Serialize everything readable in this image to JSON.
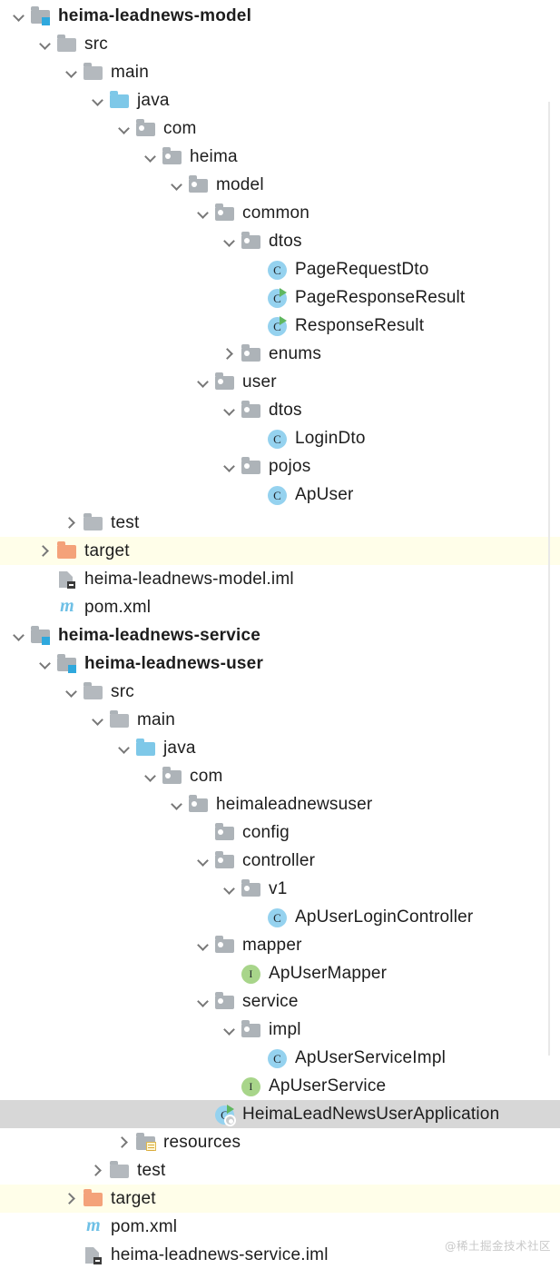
{
  "meta": {
    "app": "intellij-project-tree",
    "watermark": "@稀土掘金技术社区",
    "colors": {
      "background": "#ffffff",
      "text": "#1d1d1d",
      "selected_row": "#d7d7d7",
      "excluded_row": "#fffee9",
      "folder_gray": "#adb3b8",
      "folder_java_blue": "#7ec8e8",
      "folder_orange": "#f4a27a",
      "class_icon_blue": "#95d2ef",
      "interface_icon_green": "#a8d58a",
      "run_marker_green": "#5fb760",
      "module_badge_blue": "#2fa8dd",
      "maven_m_blue": "#6fc0e6"
    }
  },
  "tree": {
    "rows": [
      {
        "label": "heima-leadnews-model",
        "depth": 0,
        "twisty": "down",
        "icon": "module",
        "bold": true,
        "state": "normal"
      },
      {
        "label": "src",
        "depth": 1,
        "twisty": "down",
        "icon": "folder-plain",
        "bold": false,
        "state": "normal"
      },
      {
        "label": "main",
        "depth": 2,
        "twisty": "down",
        "icon": "folder-plain",
        "bold": false,
        "state": "normal"
      },
      {
        "label": "java",
        "depth": 3,
        "twisty": "down",
        "icon": "folder-java",
        "bold": false,
        "state": "normal"
      },
      {
        "label": "com",
        "depth": 4,
        "twisty": "down",
        "icon": "pkg",
        "bold": false,
        "state": "normal"
      },
      {
        "label": "heima",
        "depth": 5,
        "twisty": "down",
        "icon": "pkg",
        "bold": false,
        "state": "normal"
      },
      {
        "label": "model",
        "depth": 6,
        "twisty": "down",
        "icon": "pkg",
        "bold": false,
        "state": "normal"
      },
      {
        "label": "common",
        "depth": 7,
        "twisty": "down",
        "icon": "pkg",
        "bold": false,
        "state": "normal"
      },
      {
        "label": "dtos",
        "depth": 8,
        "twisty": "down",
        "icon": "pkg",
        "bold": false,
        "state": "normal"
      },
      {
        "label": "PageRequestDto",
        "depth": 9,
        "twisty": "none",
        "icon": "cls",
        "bold": false,
        "state": "normal"
      },
      {
        "label": "PageResponseResult",
        "depth": 9,
        "twisty": "none",
        "icon": "cls-run",
        "bold": false,
        "state": "normal"
      },
      {
        "label": "ResponseResult",
        "depth": 9,
        "twisty": "none",
        "icon": "cls-run",
        "bold": false,
        "state": "normal"
      },
      {
        "label": "enums",
        "depth": 8,
        "twisty": "right",
        "icon": "pkg",
        "bold": false,
        "state": "normal"
      },
      {
        "label": "user",
        "depth": 7,
        "twisty": "down",
        "icon": "pkg",
        "bold": false,
        "state": "normal"
      },
      {
        "label": "dtos",
        "depth": 8,
        "twisty": "down",
        "icon": "pkg",
        "bold": false,
        "state": "normal"
      },
      {
        "label": "LoginDto",
        "depth": 9,
        "twisty": "none",
        "icon": "cls",
        "bold": false,
        "state": "normal"
      },
      {
        "label": "pojos",
        "depth": 8,
        "twisty": "down",
        "icon": "pkg",
        "bold": false,
        "state": "normal"
      },
      {
        "label": "ApUser",
        "depth": 9,
        "twisty": "none",
        "icon": "cls",
        "bold": false,
        "state": "normal"
      },
      {
        "label": "test",
        "depth": 2,
        "twisty": "right",
        "icon": "folder-plain",
        "bold": false,
        "state": "normal"
      },
      {
        "label": "target",
        "depth": 1,
        "twisty": "right",
        "icon": "folder-orange",
        "bold": false,
        "state": "excluded"
      },
      {
        "label": "heima-leadnews-model.iml",
        "depth": 1,
        "twisty": "none",
        "icon": "iml",
        "bold": false,
        "state": "normal"
      },
      {
        "label": "pom.xml",
        "depth": 1,
        "twisty": "none",
        "icon": "maven",
        "bold": false,
        "state": "normal"
      },
      {
        "label": "heima-leadnews-service",
        "depth": 0,
        "twisty": "down",
        "icon": "module",
        "bold": true,
        "state": "normal"
      },
      {
        "label": "heima-leadnews-user",
        "depth": 1,
        "twisty": "down",
        "icon": "module",
        "bold": true,
        "state": "normal"
      },
      {
        "label": "src",
        "depth": 2,
        "twisty": "down",
        "icon": "folder-plain",
        "bold": false,
        "state": "normal"
      },
      {
        "label": "main",
        "depth": 3,
        "twisty": "down",
        "icon": "folder-plain",
        "bold": false,
        "state": "normal"
      },
      {
        "label": "java",
        "depth": 4,
        "twisty": "down",
        "icon": "folder-java",
        "bold": false,
        "state": "normal"
      },
      {
        "label": "com",
        "depth": 5,
        "twisty": "down",
        "icon": "pkg",
        "bold": false,
        "state": "normal"
      },
      {
        "label": "heimaleadnewsuser",
        "depth": 6,
        "twisty": "down",
        "icon": "pkg",
        "bold": false,
        "state": "normal"
      },
      {
        "label": "config",
        "depth": 7,
        "twisty": "none",
        "icon": "pkg",
        "bold": false,
        "state": "normal"
      },
      {
        "label": "controller",
        "depth": 7,
        "twisty": "down",
        "icon": "pkg",
        "bold": false,
        "state": "normal"
      },
      {
        "label": "v1",
        "depth": 8,
        "twisty": "down",
        "icon": "pkg",
        "bold": false,
        "state": "normal"
      },
      {
        "label": "ApUserLoginController",
        "depth": 9,
        "twisty": "none",
        "icon": "cls",
        "bold": false,
        "state": "normal"
      },
      {
        "label": "mapper",
        "depth": 7,
        "twisty": "down",
        "icon": "pkg",
        "bold": false,
        "state": "normal"
      },
      {
        "label": "ApUserMapper",
        "depth": 8,
        "twisty": "none",
        "icon": "iface",
        "bold": false,
        "state": "normal"
      },
      {
        "label": "service",
        "depth": 7,
        "twisty": "down",
        "icon": "pkg",
        "bold": false,
        "state": "normal"
      },
      {
        "label": "impl",
        "depth": 8,
        "twisty": "down",
        "icon": "pkg",
        "bold": false,
        "state": "normal"
      },
      {
        "label": "ApUserServiceImpl",
        "depth": 9,
        "twisty": "none",
        "icon": "cls",
        "bold": false,
        "state": "normal"
      },
      {
        "label": "ApUserService",
        "depth": 8,
        "twisty": "none",
        "icon": "iface",
        "bold": false,
        "state": "normal"
      },
      {
        "label": "HeimaLeadNewsUserApplication",
        "depth": 7,
        "twisty": "none",
        "icon": "cls-spring",
        "bold": false,
        "state": "selected"
      },
      {
        "label": "resources",
        "depth": 4,
        "twisty": "right",
        "icon": "resources",
        "bold": false,
        "state": "normal"
      },
      {
        "label": "test",
        "depth": 3,
        "twisty": "right",
        "icon": "folder-plain",
        "bold": false,
        "state": "normal"
      },
      {
        "label": "target",
        "depth": 2,
        "twisty": "right",
        "icon": "folder-orange",
        "bold": false,
        "state": "excluded"
      },
      {
        "label": "pom.xml",
        "depth": 2,
        "twisty": "none",
        "icon": "maven",
        "bold": false,
        "state": "normal"
      },
      {
        "label": "heima-leadnews-service.iml",
        "depth": 2,
        "twisty": "none",
        "icon": "iml",
        "bold": false,
        "state": "normal"
      }
    ]
  }
}
